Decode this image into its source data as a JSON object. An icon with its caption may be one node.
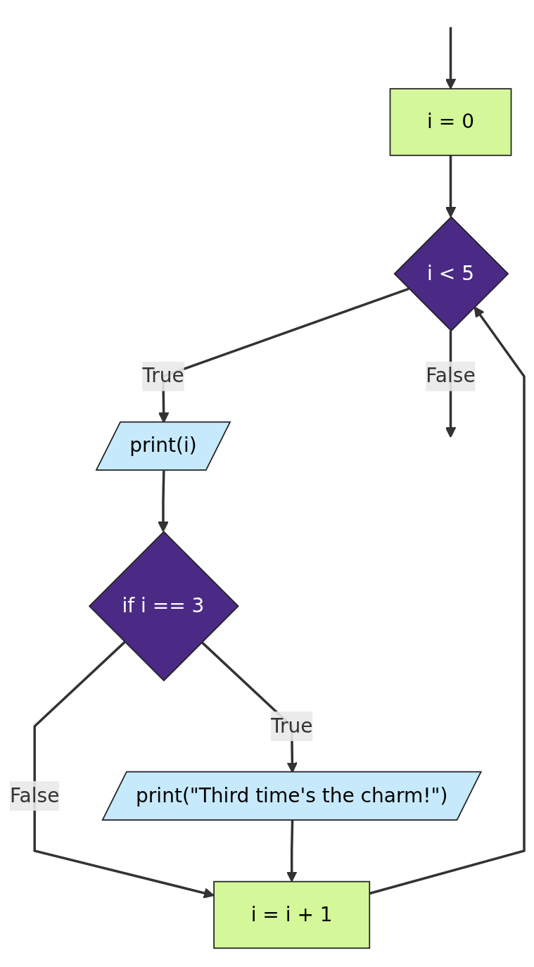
{
  "diagram": {
    "nodes": [
      {
        "text": [
          "i = 0"
        ]
      },
      {
        "text": [
          "i < 5"
        ]
      },
      {
        "text": [
          "print(i)"
        ]
      },
      {
        "text": [
          "if i == 3"
        ]
      },
      {
        "text": [
          "print(\"Third time's the charm!\")"
        ]
      },
      {
        "text": [
          "i = i + 1"
        ]
      }
    ],
    "edges": [
      {
        "from": null,
        "to": 0,
        "arrow": "to"
      },
      {
        "from": 0,
        "to": 1,
        "arrow": "to"
      },
      {
        "from": 1,
        "to": 2,
        "label": "True",
        "arrow": "to"
      },
      {
        "from": 1,
        "to": null,
        "label": "False",
        "arrow": "to"
      },
      {
        "from": 2,
        "to": 3,
        "arrow": "to"
      },
      {
        "from": 3,
        "to": 4,
        "label": "True",
        "arrow": "to"
      },
      {
        "from": 3,
        "to": 5,
        "label": "False",
        "arrow": "to"
      },
      {
        "from": 4,
        "to": 5,
        "arrow": "to"
      },
      {
        "from": 5,
        "to": 1,
        "arrow": "to"
      }
    ]
  }
}
